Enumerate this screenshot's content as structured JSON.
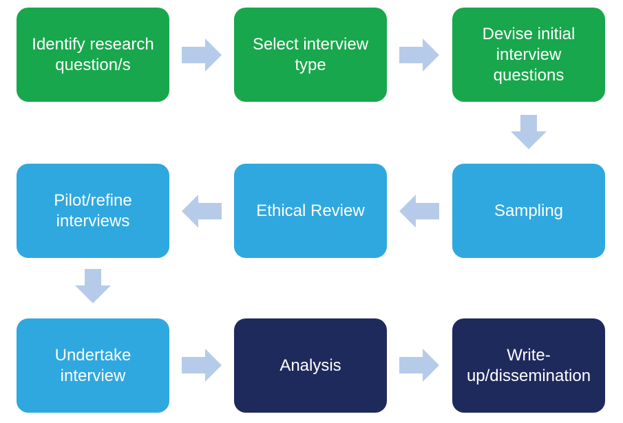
{
  "diagram": {
    "description": "Interview research process flowchart",
    "colors": {
      "stage_early": "#18a74c",
      "stage_middle": "#2fa8df",
      "stage_late": "#1f2a5c",
      "arrow": "#b5cbe9",
      "node_text": "#ffffff",
      "background": "#ffffff"
    },
    "nodes": [
      {
        "label": "Identify research question/s",
        "stage": "early"
      },
      {
        "label": "Select interview type",
        "stage": "early"
      },
      {
        "label": "Devise initial interview questions",
        "stage": "early"
      },
      {
        "label": "Sampling",
        "stage": "middle"
      },
      {
        "label": "Ethical Review",
        "stage": "middle"
      },
      {
        "label": "Pilot/refine interviews",
        "stage": "middle"
      },
      {
        "label": "Undertake interview",
        "stage": "middle"
      },
      {
        "label": "Analysis",
        "stage": "late"
      },
      {
        "label": "Write-up/dissemination",
        "stage": "late"
      }
    ],
    "arrows": [
      {
        "from": "Identify research question/s",
        "to": "Select interview type",
        "direction": "right"
      },
      {
        "from": "Select interview type",
        "to": "Devise initial interview questions",
        "direction": "right"
      },
      {
        "from": "Devise initial interview questions",
        "to": "Sampling",
        "direction": "down"
      },
      {
        "from": "Sampling",
        "to": "Ethical Review",
        "direction": "left"
      },
      {
        "from": "Ethical Review",
        "to": "Pilot/refine interviews",
        "direction": "left"
      },
      {
        "from": "Pilot/refine interviews",
        "to": "Undertake interview",
        "direction": "down"
      },
      {
        "from": "Undertake interview",
        "to": "Analysis",
        "direction": "right"
      },
      {
        "from": "Analysis",
        "to": "Write-up/dissemination",
        "direction": "right"
      }
    ]
  }
}
